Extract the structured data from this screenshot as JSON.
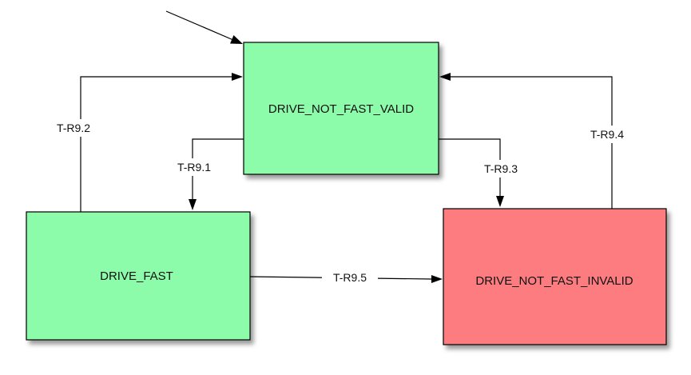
{
  "states": {
    "drive_not_fast_valid": {
      "label": "DRIVE_NOT_FAST_VALID",
      "color": "#8cfcaa"
    },
    "drive_fast": {
      "label": "DRIVE_FAST",
      "color": "#8cfcaa"
    },
    "drive_not_fast_invalid": {
      "label": "DRIVE_NOT_FAST_INVALID",
      "color": "#fd7b80"
    }
  },
  "transitions": {
    "t_r9_1": {
      "label": "T-R9.1",
      "from": "DRIVE_NOT_FAST_VALID",
      "to": "DRIVE_FAST"
    },
    "t_r9_2": {
      "label": "T-R9.2",
      "from": "DRIVE_FAST",
      "to": "DRIVE_NOT_FAST_VALID"
    },
    "t_r9_3": {
      "label": "T-R9.3",
      "from": "DRIVE_NOT_FAST_VALID",
      "to": "DRIVE_NOT_FAST_INVALID"
    },
    "t_r9_4": {
      "label": "T-R9.4",
      "from": "DRIVE_NOT_FAST_INVALID",
      "to": "DRIVE_NOT_FAST_VALID"
    },
    "t_r9_5": {
      "label": "T-R9.5",
      "from": "DRIVE_FAST",
      "to": "DRIVE_NOT_FAST_INVALID"
    }
  },
  "initial_state": "DRIVE_NOT_FAST_VALID"
}
